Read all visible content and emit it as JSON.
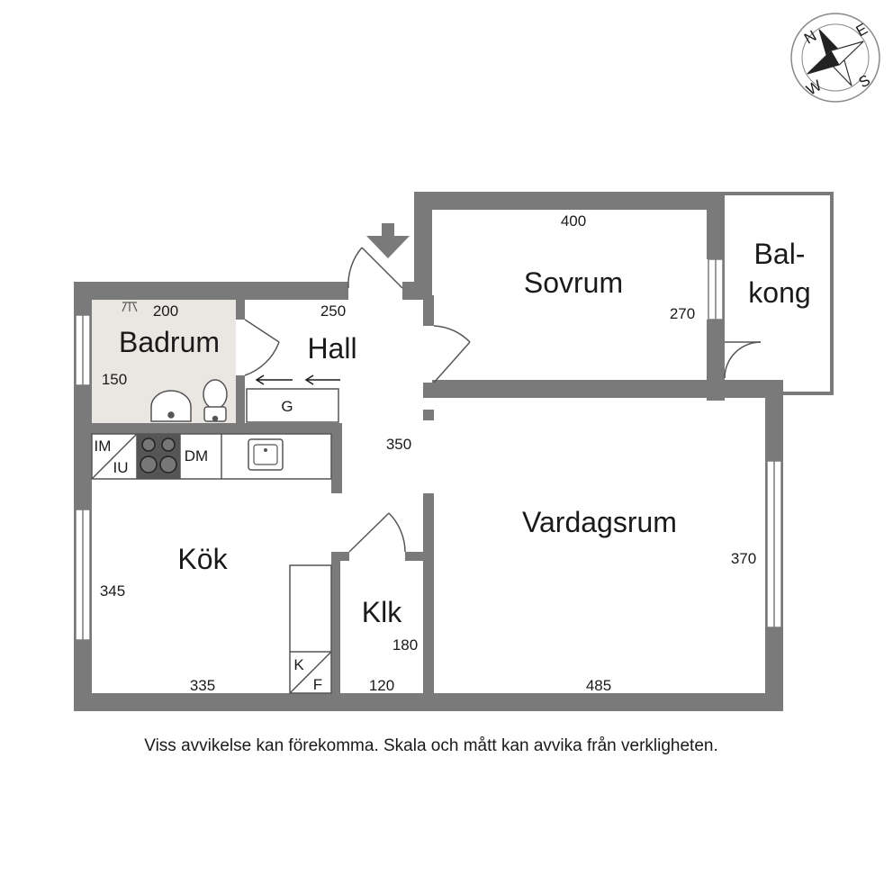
{
  "rooms": {
    "sovrum": "Sovrum",
    "balkong_line1": "Bal-",
    "balkong_line2": "kong",
    "badrum": "Badrum",
    "hall": "Hall",
    "kok": "Kök",
    "klk": "Klk",
    "vardagsrum": "Vardagsrum"
  },
  "dimensions": {
    "sovrum_width": "400",
    "sovrum_depth": "270",
    "badrum_width": "200",
    "badrum_depth": "150",
    "hall_width": "250",
    "hall_depth": "350",
    "kok_width": "335",
    "kok_depth": "345",
    "klk_width": "120",
    "klk_depth": "180",
    "vardagsrum_width": "485",
    "vardagsrum_depth": "370"
  },
  "fixtures": {
    "im": "IM",
    "iu": "IU",
    "dm": "DM",
    "g": "G",
    "k": "K",
    "f": "F"
  },
  "compass": {
    "n": "N",
    "e": "E",
    "s": "S",
    "w": "W"
  },
  "disclaimer": "Viss avvikelse kan förekomma. Skala och mått kan avvika från verkligheten.",
  "colors": {
    "wall": "#7a7a7a",
    "bathroom_floor": "#eae7e2",
    "line": "#333333"
  }
}
